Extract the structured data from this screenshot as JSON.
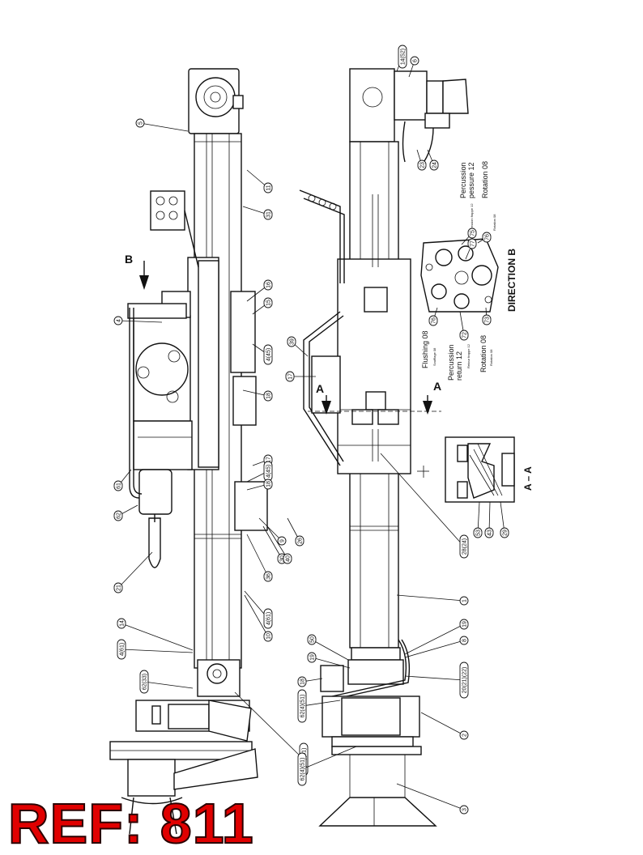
{
  "reference": {
    "label": "REF: 811",
    "color": "#e00000"
  },
  "views": {
    "direction_b_title": "DIRECTION  B",
    "section_title": "A – A",
    "arrow_b_label": "B",
    "arrow_a_label": "A"
  },
  "ports": {
    "percussion_pressure": "Percussion\npessure 12",
    "rotation_top": "Rotation 08",
    "flushing": "Flushing 08",
    "percussion_return": "Percussion\nreturn 12",
    "rotation_bottom": "Rotation 08",
    "tag_pressure": "Pression frappe 12",
    "tag_rotation_top": "Rotation 08",
    "tag_flushing": "Soufflage 08",
    "tag_return": "Retour frappe 12",
    "tag_rotation_bottom": "Rotation 08"
  },
  "callouts": {
    "side": [
      "5",
      "11",
      "31",
      "16",
      "15",
      "4(45)",
      "18",
      "4",
      "17",
      "61",
      "62",
      "21",
      "14",
      "4(61)",
      "4(45)",
      "18",
      "9",
      "26",
      "30",
      "40",
      "36",
      "10",
      "4(61)",
      "62(33)",
      "6(24)(51)"
    ],
    "front": [
      "14(52)",
      "6",
      "23",
      "24",
      "39",
      "17",
      "1",
      "19",
      "50",
      "19",
      "18",
      "8",
      "20(21)(22)",
      "62(4)(51)",
      "2",
      "3",
      "62(4)(51)",
      "28(24)"
    ],
    "direction_b": [
      "75",
      "76",
      "76",
      "72",
      "73",
      "77"
    ],
    "section": [
      "53",
      "43",
      "29"
    ]
  }
}
